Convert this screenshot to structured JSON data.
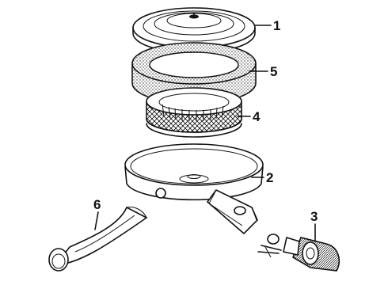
{
  "callouts": [
    {
      "id": "1",
      "label": "1"
    },
    {
      "id": "5",
      "label": "5"
    },
    {
      "id": "4",
      "label": "4"
    },
    {
      "id": "2",
      "label": "2"
    },
    {
      "id": "6",
      "label": "6"
    },
    {
      "id": "3",
      "label": "3"
    }
  ]
}
